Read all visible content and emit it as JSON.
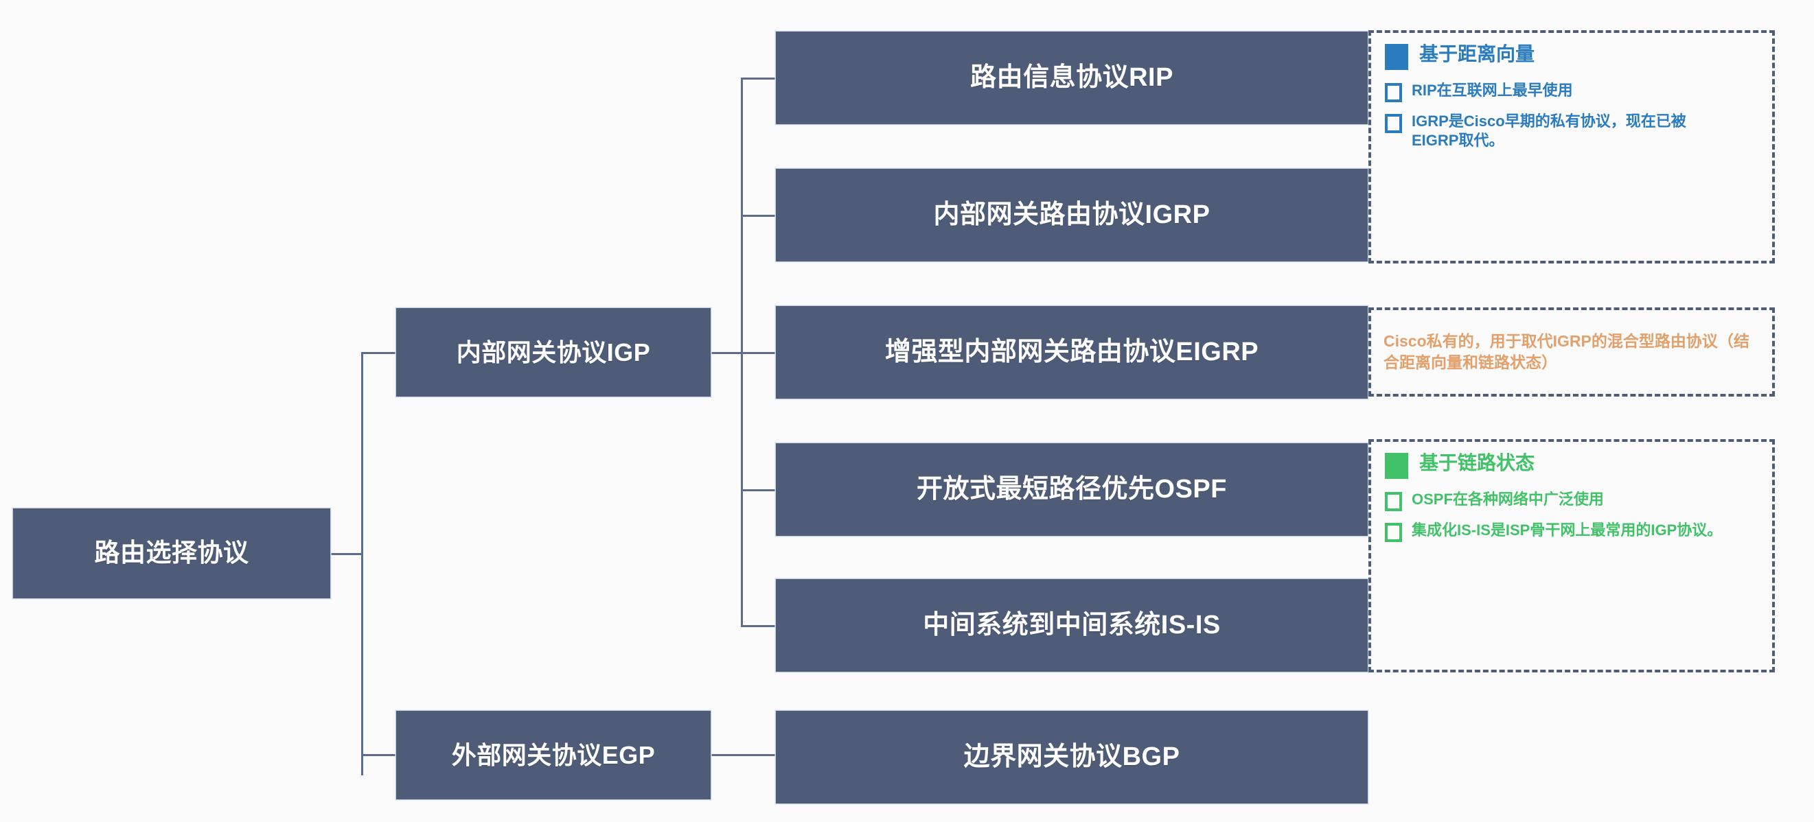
{
  "diagram": {
    "title": "路由选择协议",
    "root": {
      "label": "路由选择协议"
    },
    "branches": [
      {
        "label": "内部网关协议IGP"
      },
      {
        "label": "外部网关协议EGP"
      }
    ],
    "igp_protocols": [
      {
        "label": "路由信息协议RIP"
      },
      {
        "label": "内部网关路由协议IGRP"
      },
      {
        "label": "增强型内部网关路由协议EIGRP"
      },
      {
        "label": "开放式最短路径优先OSPF"
      },
      {
        "label": "中间系统到中间系统IS-IS"
      }
    ],
    "egp_protocols": [
      {
        "label": "边界网关协议BGP"
      }
    ],
    "annotations": [
      {
        "id": "distance-vector",
        "kind": "legend",
        "heading": "基于距离向量",
        "swatch_color": "#2b7cbf",
        "text_color": "#2b7cbf",
        "bullets": [
          "RIP在互联网上最早使用",
          "IGRP是Cisco早期的私有协议，现在已被EIGRP取代。"
        ]
      },
      {
        "id": "eigrp-note",
        "kind": "note",
        "text_color": "#e3a06a",
        "text": "Cisco私有的，用于取代IGRP的混合型路由协议（结合距离向量和链路状态）"
      },
      {
        "id": "link-state",
        "kind": "legend",
        "heading": "基于链路状态",
        "swatch_color": "#42c268",
        "text_color": "#42c268",
        "bullets": [
          "OSPF在各种网络中广泛使用",
          "集成化IS-IS是ISP骨干网上最常用的IGP协议。"
        ]
      }
    ],
    "colors": {
      "node_fill": "#4e5c78",
      "node_text": "#ffffff",
      "connector": "#5c6c8c",
      "background": "#fbfbfc",
      "accent_blue": "#2b7cbf",
      "accent_green": "#42c268",
      "accent_orange": "#e3a06a",
      "dashed_border": "#4e5c78"
    }
  }
}
